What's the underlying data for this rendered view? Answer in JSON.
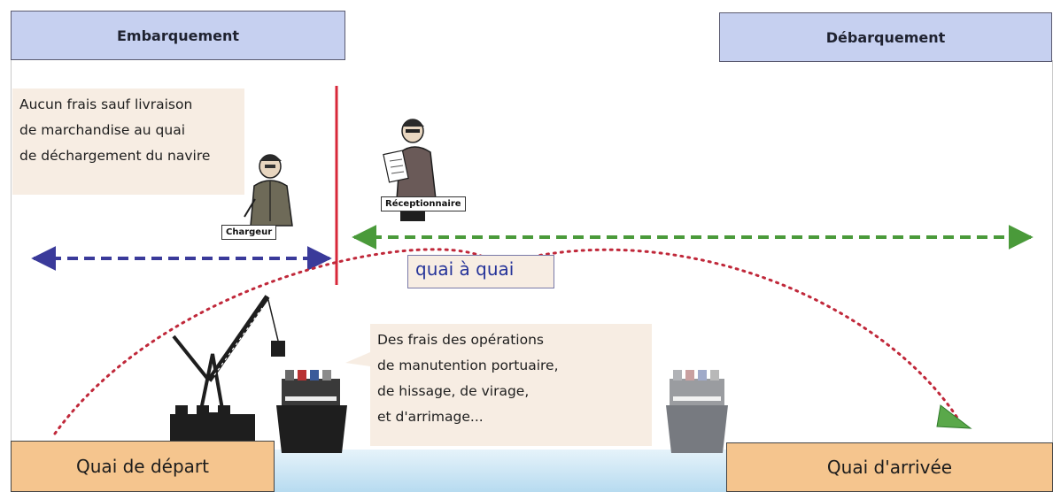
{
  "headers": {
    "embarquement": "Embarquement",
    "debarquement": "Débarquement"
  },
  "notes": {
    "shipper_costs": "Aucun frais sauf livraison\nde marchandise au quai\nde déchargement du navire",
    "handling_costs": "Des frais des opérations\nde manutention portuaire,\nde hissage, de virage,\net d'arrimage..."
  },
  "roles": {
    "chargeur": "Chargeur",
    "receptionnaire": "Réceptionnaire"
  },
  "mode_label": "quai à quai",
  "quais": {
    "depart": "Quai de départ",
    "arrivee": "Quai d'arrivée"
  },
  "colors": {
    "header_fill": "#c6d0f0",
    "quai_fill": "#f5c58e",
    "note_fill": "#f7ede3",
    "blue_arrow": "#3a3a9a",
    "green_arrow": "#4a9a3a",
    "divider_red": "#d8283a",
    "trajectory_red": "#c0283a",
    "text_blue": "#26349a"
  },
  "icons": [
    "shipper-person-icon",
    "receiver-person-icon",
    "crane-icon",
    "departure-ship-icon",
    "arrival-ship-icon"
  ]
}
